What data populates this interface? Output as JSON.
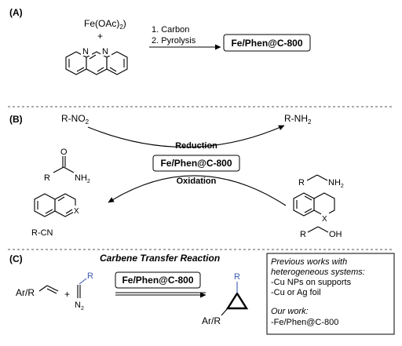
{
  "panel_a": {
    "label": "(A)",
    "reagent_main": "Fe(OAc)",
    "reagent_sub": "2",
    "plus": "+",
    "step1": "1. Carbon",
    "step2": "2. Pyrolysis",
    "product_box": "Fe/Phen@C-800"
  },
  "panel_b": {
    "label": "(B)",
    "nitro_main": "R-NO",
    "nitro_sub": "2",
    "amine_main": "R-NH",
    "amine_sub": "2",
    "reduction": "Reduction",
    "catalyst_box": "Fe/Phen@C-800",
    "oxidation": "Oxidation",
    "amide_r": "R",
    "amide_o": "O",
    "amide_nh2_main": "NH",
    "amide_nh2_sub": "2",
    "quinoline_x": "X",
    "nitrile": "R-CN",
    "amine_sm_r": "R",
    "amine_sm_nh2_main": "NH",
    "amine_sm_nh2_sub": "2",
    "thq_x": "X",
    "alcohol_r": "R",
    "alcohol_oh": "OH"
  },
  "panel_c": {
    "label": "(C)",
    "title": "Carbene Transfer Reaction",
    "alkene_label": "Ar/R",
    "plus": "+",
    "diazo_r": "R",
    "diazo_n_main": "N",
    "diazo_n_sub": "2",
    "catalyst_box": "Fe/Phen@C-800",
    "product_r": "R",
    "product_label": "Ar/R",
    "notes": {
      "line1": "Previous works with",
      "line2": "heterogeneous systems:",
      "line3": "-Cu NPs on supports",
      "line4": "-Cu or Ag foil",
      "line5": "Our work:",
      "line6": "-Fe/Phen@C-800"
    }
  },
  "colors": {
    "text": "#000000",
    "accent_blue": "#3b5bb0",
    "divider": "#555555"
  }
}
